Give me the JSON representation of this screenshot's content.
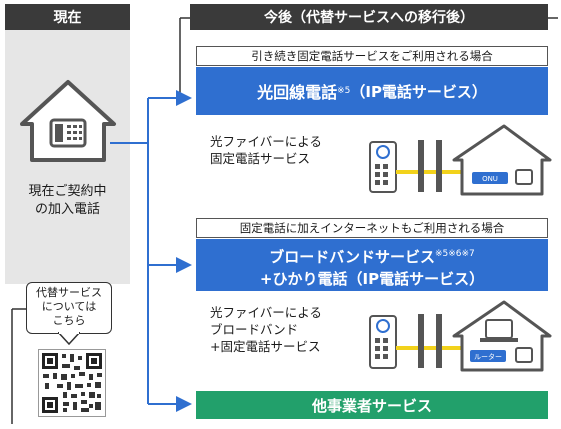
{
  "current": {
    "header": "現在",
    "label_line1": "現在ご契約中",
    "label_line2": "の加入電話",
    "callout_line1": "代替サービス",
    "callout_line2": "については",
    "callout_line3": "こちら"
  },
  "future": {
    "header": "今後（代替サービスへの移行後）",
    "section1": {
      "subheader": "引き続き固定電話サービスをご利用される場合",
      "title_main": "光回線電話",
      "title_note": "※5",
      "title_suffix": "（IP電話サービス）",
      "desc_line1": "光ファイバーによる",
      "desc_line2": "固定電話サービス",
      "device_label": "ONU"
    },
    "section2": {
      "subheader": "固定電話に加えインターネットもご利用される場合",
      "title_line1": "ブロードバンドサービス",
      "title_note": "※5※6※7",
      "title_line2": "+ひかり電話（IP電話サービス）",
      "desc_line1": "光ファイバーによる",
      "desc_line2": "ブロードバンド",
      "desc_line3": "+固定電話サービス",
      "device_label": "ルーター"
    },
    "section3": {
      "title": "他事業者サービス"
    }
  },
  "colors": {
    "header_bg": "#3a3a3a",
    "service_blue": "#2f6fd0",
    "other_green": "#22a06b",
    "arrow_blue": "#2f6fd0",
    "fiber_yellow": "#f2d21b"
  }
}
